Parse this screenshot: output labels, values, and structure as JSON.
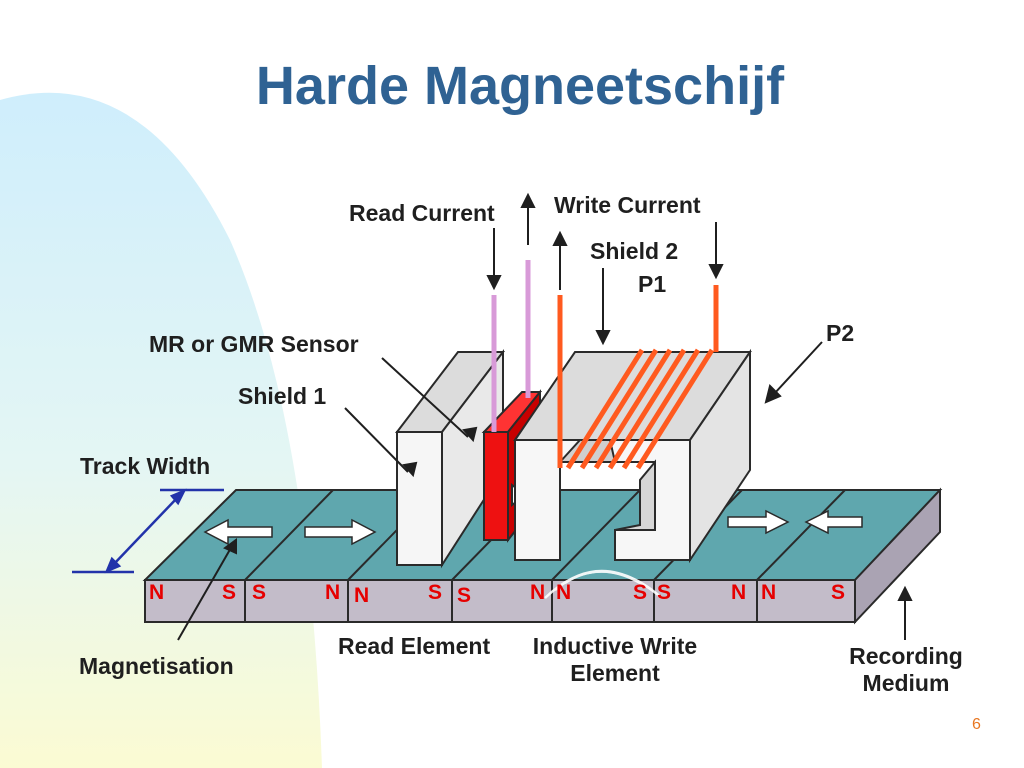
{
  "slide": {
    "title": "Harde Magneetschijf",
    "page_number": "6"
  },
  "labels": {
    "read_current": "Read Current",
    "write_current": "Write Current",
    "shield2": "Shield 2",
    "p1": "P1",
    "p2": "P2",
    "mr_sensor": "MR or GMR Sensor",
    "shield1": "Shield 1",
    "track_width": "Track Width",
    "magnetisation": "Magnetisation",
    "read_element": "Read Element",
    "inductive_line1": "Inductive Write",
    "inductive_line2": "Element",
    "recording_line1": "Recording",
    "recording_line2": "Medium"
  },
  "poles": [
    "N",
    "S",
    "S",
    "N",
    "N",
    "S",
    "S",
    "N",
    "N",
    "S",
    "S",
    "N",
    "N",
    "S"
  ],
  "colors": {
    "title": "#2f6293",
    "pole_text": "#e60000",
    "track_top": "#5fa7ae",
    "track_front": "#c3bcc9",
    "coil": "#ff5a1f",
    "read_wire": "#d89ad8",
    "sensor": "#ee1111"
  }
}
